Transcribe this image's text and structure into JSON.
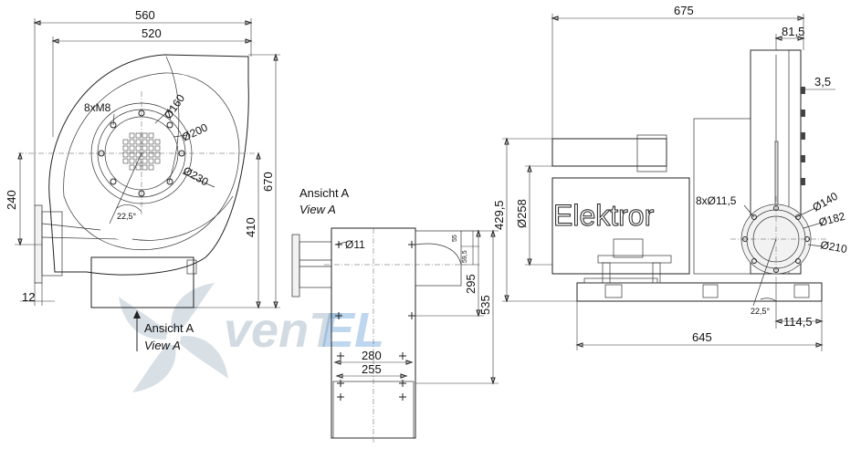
{
  "diagram": {
    "front_view": {
      "dimensions": {
        "width_overall": "560",
        "width_inner": "520",
        "height_overall": "670",
        "height_axis": "410",
        "axis_offset": "240",
        "flange_thickness": "12"
      },
      "labels": {
        "bolts": "8xM8",
        "dia_160": "Ø160",
        "dia_200": "Ø200",
        "dia_230": "Ø230",
        "angle": "22,5°"
      },
      "view_marker": {
        "de": "Ansicht A",
        "en": "View A"
      }
    },
    "middle_view": {
      "title_de": "Ansicht A",
      "title_en": "View A",
      "dimensions": {
        "hole_dia": "Ø11",
        "small_55": "55",
        "small_59_5": "59,5",
        "height_295": "295",
        "height_535": "535",
        "width_280": "280",
        "width_255": "255"
      }
    },
    "side_view": {
      "brand": "Elektror",
      "dimensions": {
        "length_overall": "675",
        "offset_81_5": "81,5",
        "offset_3_5": "3,5",
        "height_429_5": "429,5",
        "dia_258": "Ø258",
        "base_length": "645",
        "offset_114_5": "114,5"
      },
      "labels": {
        "bolts": "8xØ11,5",
        "dia_140": "Ø140",
        "dia_182": "Ø182",
        "dia_210": "Ø210",
        "angle": "22,5°"
      }
    },
    "watermark": {
      "text_a": "venT",
      "text_b": "EL"
    },
    "colors": {
      "line": "#222222",
      "watermark": "#d2dbe2",
      "background": "#ffffff"
    }
  }
}
